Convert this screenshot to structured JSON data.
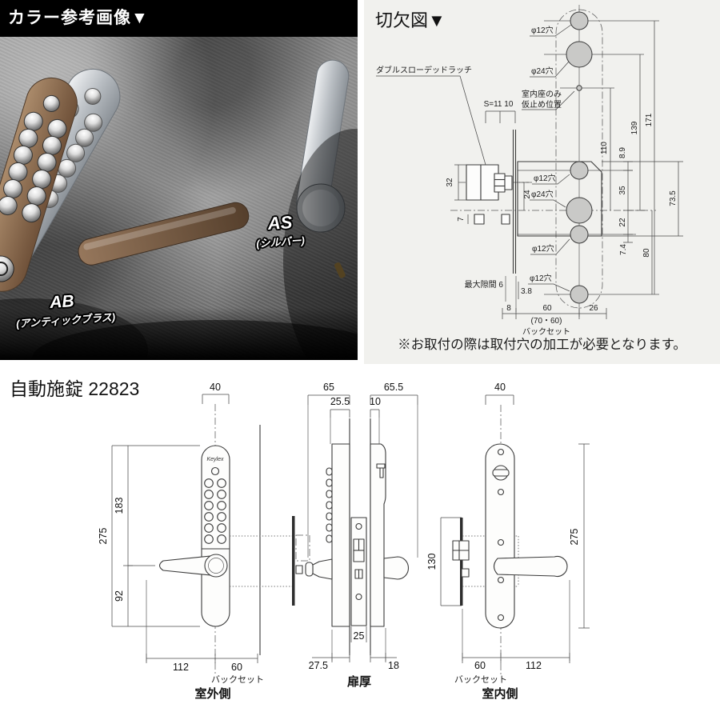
{
  "photo_panel": {
    "banner": "カラー参考画像▼",
    "as_code": "AS",
    "as_name": "(シルバー)",
    "ab_code": "AB",
    "ab_name": "(アンティックブラス)",
    "ab_color_hex": "#8a6a4d",
    "as_color_hex": "#b9bec3"
  },
  "cutout_panel": {
    "title": "切欠図▼",
    "note": "※お取付の際は取付穴の加工が必要となります。",
    "latch_label": "ダブルスローデッドラッチ",
    "s_dim": "S=11 10",
    "temp_line1": "室内座のみ",
    "temp_line2": "仮止め位置",
    "hole12": "φ12穴",
    "hole24": "φ24穴",
    "max_gap": "最大隙間 6",
    "d38": "3.8",
    "d32": "32",
    "d24": "24",
    "d7": "7",
    "d110": "110",
    "d89": "8.9",
    "d35": "35",
    "d22": "22",
    "d74": "7.4",
    "d80": "80",
    "d139": "139",
    "d171": "171",
    "d735": "73.5",
    "d8": "8",
    "d60": "60",
    "d26": "26",
    "backset_paren": "(70・60)",
    "backset_label": "バックセット"
  },
  "drawings_panel": {
    "title": "自動施錠 22823",
    "exterior": {
      "logo": "Keylex",
      "caption": "室外側",
      "backset_label": "バックセット",
      "d40": "40",
      "d275": "275",
      "d183": "183",
      "d92": "92",
      "d112": "112",
      "d60": "60"
    },
    "thickness": {
      "caption": "扉厚",
      "d65": "65",
      "d655": "65.5",
      "d255": "25.5",
      "d10": "10",
      "d25": "25",
      "d275": "27.5",
      "d18": "18",
      "d130": "130"
    },
    "interior": {
      "caption": "室内側",
      "backset_label": "バックセット",
      "d40": "40",
      "d275": "275",
      "d60": "60",
      "d112": "112"
    }
  }
}
